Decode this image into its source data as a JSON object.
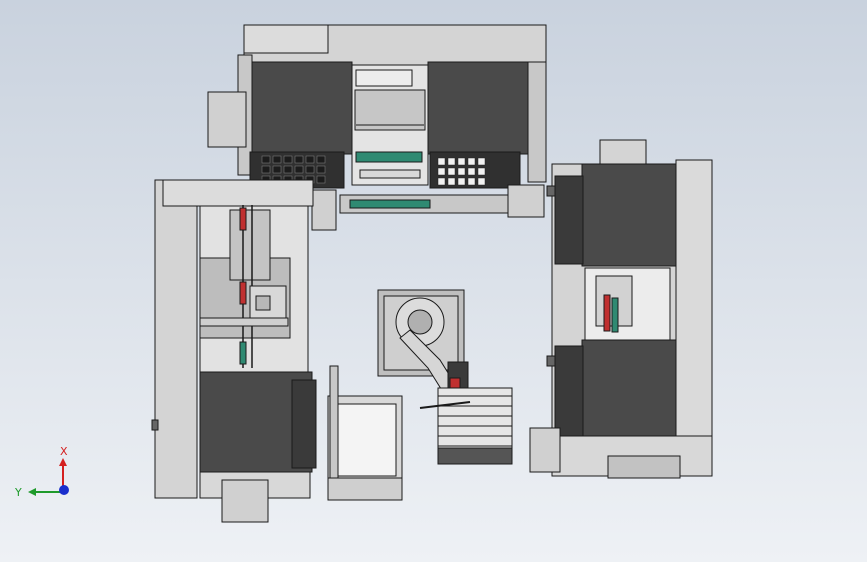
{
  "viewport": {
    "background_top": "#c9d2de",
    "background_bottom": "#eef1f5"
  },
  "triad": {
    "x_label": "X",
    "y_label": "Y",
    "x_color": "#d42020",
    "y_color": "#1e9a2a",
    "z_color": "#1a2ecc"
  },
  "colors": {
    "machine_body": "#d4d4d4",
    "machine_body_shadow": "#b9b9b9",
    "door_panel": "#4a4a4a",
    "accent_green": "#2f8a72",
    "accent_red": "#c03030",
    "outline": "#1a1a1a"
  },
  "scene": {
    "parts": [
      "top-cnc-machine",
      "left-cnc-machine",
      "right-cnc-machine",
      "robot-arm",
      "part-rack",
      "parts-cart"
    ]
  }
}
